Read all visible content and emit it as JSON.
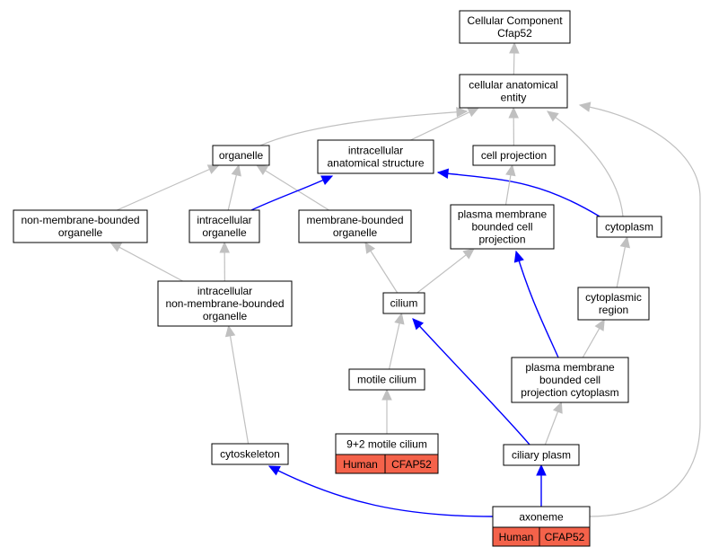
{
  "colors": {
    "gray_edge": "#c0c0c0",
    "blue_edge": "#0000ff",
    "gene_fill": "#f4624a",
    "node_border": "#000000"
  },
  "nodes": {
    "cellular_component": [
      "Cellular Component",
      "Cfap52"
    ],
    "cellular_anatomical_entity": [
      "cellular anatomical",
      "entity"
    ],
    "organelle": [
      "organelle"
    ],
    "intracellular_anatomical_structure": [
      "intracellular",
      "anatomical structure"
    ],
    "cell_projection": [
      "cell projection"
    ],
    "non_membrane_bounded_organelle": [
      "non-membrane-bounded",
      "organelle"
    ],
    "intracellular_organelle": [
      "intracellular",
      "organelle"
    ],
    "membrane_bounded_organelle": [
      "membrane-bounded",
      "organelle"
    ],
    "plasma_membrane_bounded_cell_projection": [
      "plasma membrane",
      "bounded cell",
      "projection"
    ],
    "cytoplasm": [
      "cytoplasm"
    ],
    "intracellular_non_membrane_bounded_organelle": [
      "intracellular",
      "non-membrane-bounded",
      "organelle"
    ],
    "cilium": [
      "cilium"
    ],
    "cytoplasmic_region": [
      "cytoplasmic",
      "region"
    ],
    "motile_cilium": [
      "motile cilium"
    ],
    "pm_bounded_cell_projection_cytoplasm": [
      "plasma membrane",
      "bounded cell",
      "projection cytoplasm"
    ],
    "cytoskeleton": [
      "cytoskeleton"
    ],
    "motile_cilium_9_2": [
      "9+2 motile cilium"
    ],
    "ciliary_plasm": [
      "ciliary plasm"
    ],
    "axoneme": [
      "axoneme"
    ]
  },
  "genes": {
    "motile_cilium_9_2": {
      "species": "Human",
      "gene": "CFAP52"
    },
    "axoneme": {
      "species": "Human",
      "gene": "CFAP52"
    }
  },
  "edges": [
    {
      "from": "cellular_anatomical_entity",
      "to": "cellular_component",
      "type": "gray"
    },
    {
      "from": "organelle",
      "to": "cellular_anatomical_entity",
      "type": "gray"
    },
    {
      "from": "intracellular_anatomical_structure",
      "to": "cellular_anatomical_entity",
      "type": "gray"
    },
    {
      "from": "cell_projection",
      "to": "cellular_anatomical_entity",
      "type": "gray"
    },
    {
      "from": "cytoplasm",
      "to": "cellular_anatomical_entity",
      "type": "gray"
    },
    {
      "from": "axoneme",
      "to": "cellular_anatomical_entity",
      "type": "gray"
    },
    {
      "from": "non_membrane_bounded_organelle",
      "to": "organelle",
      "type": "gray"
    },
    {
      "from": "intracellular_organelle",
      "to": "organelle",
      "type": "gray"
    },
    {
      "from": "membrane_bounded_organelle",
      "to": "organelle",
      "type": "gray"
    },
    {
      "from": "intracellular_organelle",
      "to": "intracellular_anatomical_structure",
      "type": "blue"
    },
    {
      "from": "cytoplasm",
      "to": "intracellular_anatomical_structure",
      "type": "blue"
    },
    {
      "from": "plasma_membrane_bounded_cell_projection",
      "to": "cell_projection",
      "type": "gray"
    },
    {
      "from": "intracellular_non_membrane_bounded_organelle",
      "to": "non_membrane_bounded_organelle",
      "type": "gray"
    },
    {
      "from": "intracellular_non_membrane_bounded_organelle",
      "to": "intracellular_organelle",
      "type": "gray"
    },
    {
      "from": "cilium",
      "to": "membrane_bounded_organelle",
      "type": "gray"
    },
    {
      "from": "cilium",
      "to": "plasma_membrane_bounded_cell_projection",
      "type": "gray"
    },
    {
      "from": "pm_bounded_cell_projection_cytoplasm",
      "to": "plasma_membrane_bounded_cell_projection",
      "type": "blue"
    },
    {
      "from": "cytoplasmic_region",
      "to": "cytoplasm",
      "type": "gray"
    },
    {
      "from": "cytoskeleton",
      "to": "intracellular_non_membrane_bounded_organelle",
      "type": "gray"
    },
    {
      "from": "motile_cilium",
      "to": "cilium",
      "type": "gray"
    },
    {
      "from": "ciliary_plasm",
      "to": "cilium",
      "type": "blue"
    },
    {
      "from": "pm_bounded_cell_projection_cytoplasm",
      "to": "cytoplasmic_region",
      "type": "gray"
    },
    {
      "from": "motile_cilium_9_2",
      "to": "motile_cilium",
      "type": "gray"
    },
    {
      "from": "ciliary_plasm",
      "to": "pm_bounded_cell_projection_cytoplasm",
      "type": "gray"
    },
    {
      "from": "axoneme",
      "to": "cytoskeleton",
      "type": "blue"
    },
    {
      "from": "axoneme",
      "to": "ciliary_plasm",
      "type": "blue"
    }
  ]
}
